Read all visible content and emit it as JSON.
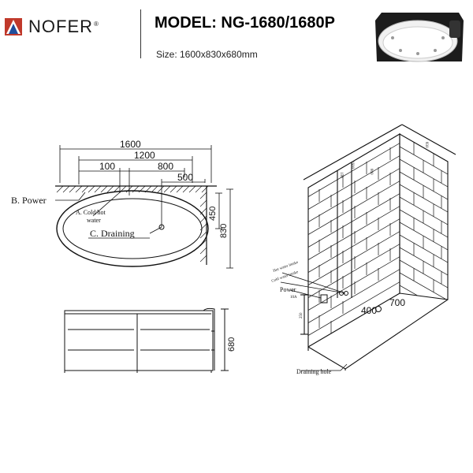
{
  "brand": {
    "name": "NOFER",
    "registered": "®"
  },
  "header": {
    "model": "MODEL: NG-1680/1680P",
    "size": "Size: 1600x830x680mm"
  },
  "top_view": {
    "dim_total_length": "1600",
    "dim_inner_length": "1200",
    "dim_100": "100",
    "dim_800": "800",
    "dim_500": "500",
    "dim_450": "450",
    "dim_830": "830",
    "label_power": "B. Power",
    "label_water_line1": "A. Cold/hot",
    "label_water_line2": "water",
    "label_draining": "C. Draining"
  },
  "side_view": {
    "dim_height": "680"
  },
  "install_view": {
    "label_hot_water": "Hot water intake",
    "label_cold_water": "Cold water intake",
    "label_power": "Power",
    "label_power_sub": "10A",
    "dim_400": "400",
    "dim_700": "700",
    "label_draining_hole": "Draining hole",
    "dim_top_a": "1600",
    "dim_top_b": "830",
    "dim_mid_a": "150",
    "dim_mid_b": "800",
    "dim_side": "250"
  },
  "colors": {
    "logo_red": "#c0392b",
    "logo_blue": "#1f4e9c",
    "line": "#111111"
  }
}
